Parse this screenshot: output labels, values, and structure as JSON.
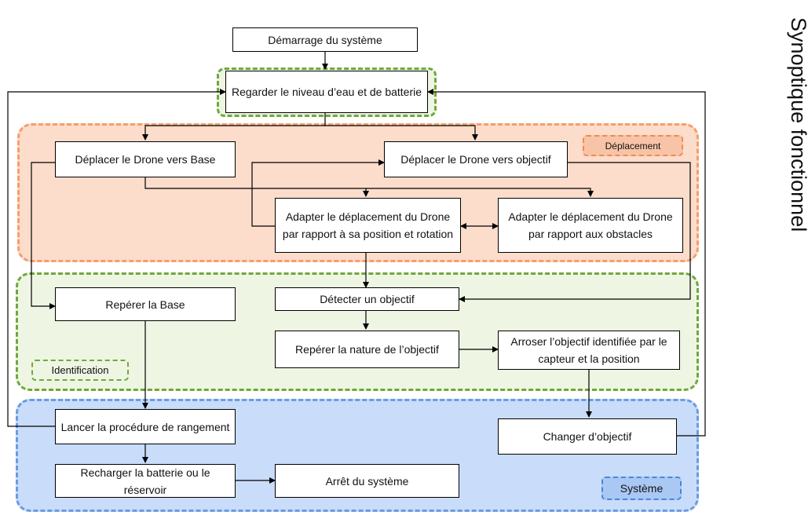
{
  "side_title": "Synoptique fonctionnel",
  "zones": {
    "deplacement": "Déplacement",
    "identification": "Identification",
    "systeme": "Système"
  },
  "nodes": {
    "demarrage": "Démarrage du système",
    "regarder": "Regarder le niveau d’eau et de batterie",
    "deplacer_base": "Déplacer le Drone vers Base",
    "deplacer_objectif": "Déplacer le Drone vers objectif",
    "adapter_position": "Adapter le déplacement du Drone par rapport à sa position et rotation",
    "adapter_obstacles": "Adapter le déplacement du Drone par rapport aux obstacles",
    "reperer_base": "Repérer la Base",
    "detecter": "Détecter un objectif",
    "reperer_nature": "Repérer la nature de l’objectif",
    "arroser": "Arroser l’objectif identifiée par le capteur et la position",
    "lancer": "Lancer la procédure de rangement",
    "changer": "Changer d’objectif",
    "recharger": "Recharger la batterie ou le réservoir",
    "arret": "Arrêt du système"
  }
}
